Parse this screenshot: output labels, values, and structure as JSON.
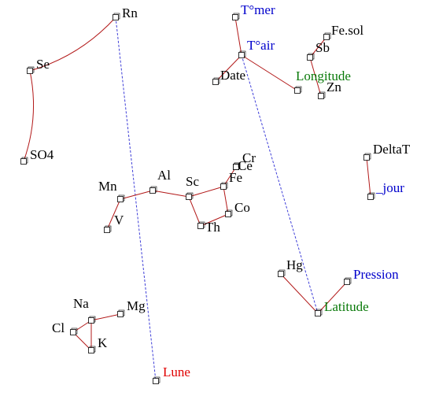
{
  "colors": {
    "black": "#000000",
    "blue": "#0000cc",
    "green": "#0a7a0a",
    "red": "#e00000",
    "edge": "#b21818",
    "link": "#3f3fd8"
  },
  "nodes": [
    {
      "id": "Rn",
      "label": "Rn",
      "color": "black"
    },
    {
      "id": "Se",
      "label": "Se",
      "color": "black"
    },
    {
      "id": "SO4",
      "label": "SO4",
      "color": "black"
    },
    {
      "id": "Tmer",
      "label": "T°mer",
      "color": "blue"
    },
    {
      "id": "Tair",
      "label": "T°air",
      "color": "blue"
    },
    {
      "id": "Date",
      "label": "Date",
      "color": "black"
    },
    {
      "id": "Fesol",
      "label": "Fe.sol",
      "color": "black"
    },
    {
      "id": "Sb",
      "label": "Sb",
      "color": "black"
    },
    {
      "id": "Longitude",
      "label": "Longitude",
      "color": "green"
    },
    {
      "id": "Zn",
      "label": "Zn",
      "color": "black"
    },
    {
      "id": "DeltaT",
      "label": "DeltaT",
      "color": "black"
    },
    {
      "id": "jour",
      "label": "_jour",
      "color": "blue"
    },
    {
      "id": "Cr",
      "label": "Cr",
      "color": "black"
    },
    {
      "id": "Ce",
      "label": "Ce",
      "color": "black"
    },
    {
      "id": "Fe",
      "label": "Fe",
      "color": "black"
    },
    {
      "id": "Al",
      "label": "Al",
      "color": "black"
    },
    {
      "id": "Sc",
      "label": "Sc",
      "color": "black"
    },
    {
      "id": "Mn",
      "label": "Mn",
      "color": "black"
    },
    {
      "id": "Co",
      "label": "Co",
      "color": "black"
    },
    {
      "id": "Th",
      "label": "Th",
      "color": "black"
    },
    {
      "id": "V",
      "label": "V",
      "color": "black"
    },
    {
      "id": "Hg",
      "label": "Hg",
      "color": "black"
    },
    {
      "id": "Pression",
      "label": "Pression",
      "color": "blue"
    },
    {
      "id": "Latitude",
      "label": "Latitude",
      "color": "green"
    },
    {
      "id": "Na",
      "label": "Na",
      "color": "black"
    },
    {
      "id": "Mg",
      "label": "Mg",
      "color": "black"
    },
    {
      "id": "Cl",
      "label": "Cl",
      "color": "black"
    },
    {
      "id": "K",
      "label": "K",
      "color": "black"
    },
    {
      "id": "Lune",
      "label": "Lune",
      "color": "red"
    }
  ],
  "edges": [
    {
      "from": "Rn",
      "to": "Se",
      "style": "curve"
    },
    {
      "from": "Se",
      "to": "SO4",
      "style": "curve"
    },
    {
      "from": "Rn",
      "to": "Lune",
      "style": "dashed"
    },
    {
      "from": "Tmer",
      "to": "Tair",
      "style": "solid"
    },
    {
      "from": "Tair",
      "to": "Date",
      "style": "solid"
    },
    {
      "from": "Tair",
      "to": "Longitude",
      "style": "solid"
    },
    {
      "from": "Tair",
      "to": "Latitude",
      "style": "dashed"
    },
    {
      "from": "Fesol",
      "to": "Sb",
      "style": "solid"
    },
    {
      "from": "Sb",
      "to": "Zn",
      "style": "solid"
    },
    {
      "from": "DeltaT",
      "to": "jour",
      "style": "solid"
    },
    {
      "from": "Cr",
      "to": "Ce",
      "style": "solid"
    },
    {
      "from": "Cr",
      "to": "Fe",
      "style": "solid"
    },
    {
      "from": "Fe",
      "to": "Sc",
      "style": "solid"
    },
    {
      "from": "Fe",
      "to": "Co",
      "style": "solid"
    },
    {
      "from": "Sc",
      "to": "Al",
      "style": "solid"
    },
    {
      "from": "Sc",
      "to": "Th",
      "style": "solid"
    },
    {
      "from": "Th",
      "to": "Co",
      "style": "solid"
    },
    {
      "from": "Al",
      "to": "Mn",
      "style": "solid"
    },
    {
      "from": "Mn",
      "to": "V",
      "style": "solid"
    },
    {
      "from": "Hg",
      "to": "Latitude",
      "style": "solid"
    },
    {
      "from": "Pression",
      "to": "Latitude",
      "style": "solid"
    },
    {
      "from": "Na",
      "to": "Mg",
      "style": "solid"
    },
    {
      "from": "Na",
      "to": "Cl",
      "style": "solid"
    },
    {
      "from": "Na",
      "to": "K",
      "style": "solid"
    },
    {
      "from": "Cl",
      "to": "K",
      "style": "solid"
    }
  ]
}
